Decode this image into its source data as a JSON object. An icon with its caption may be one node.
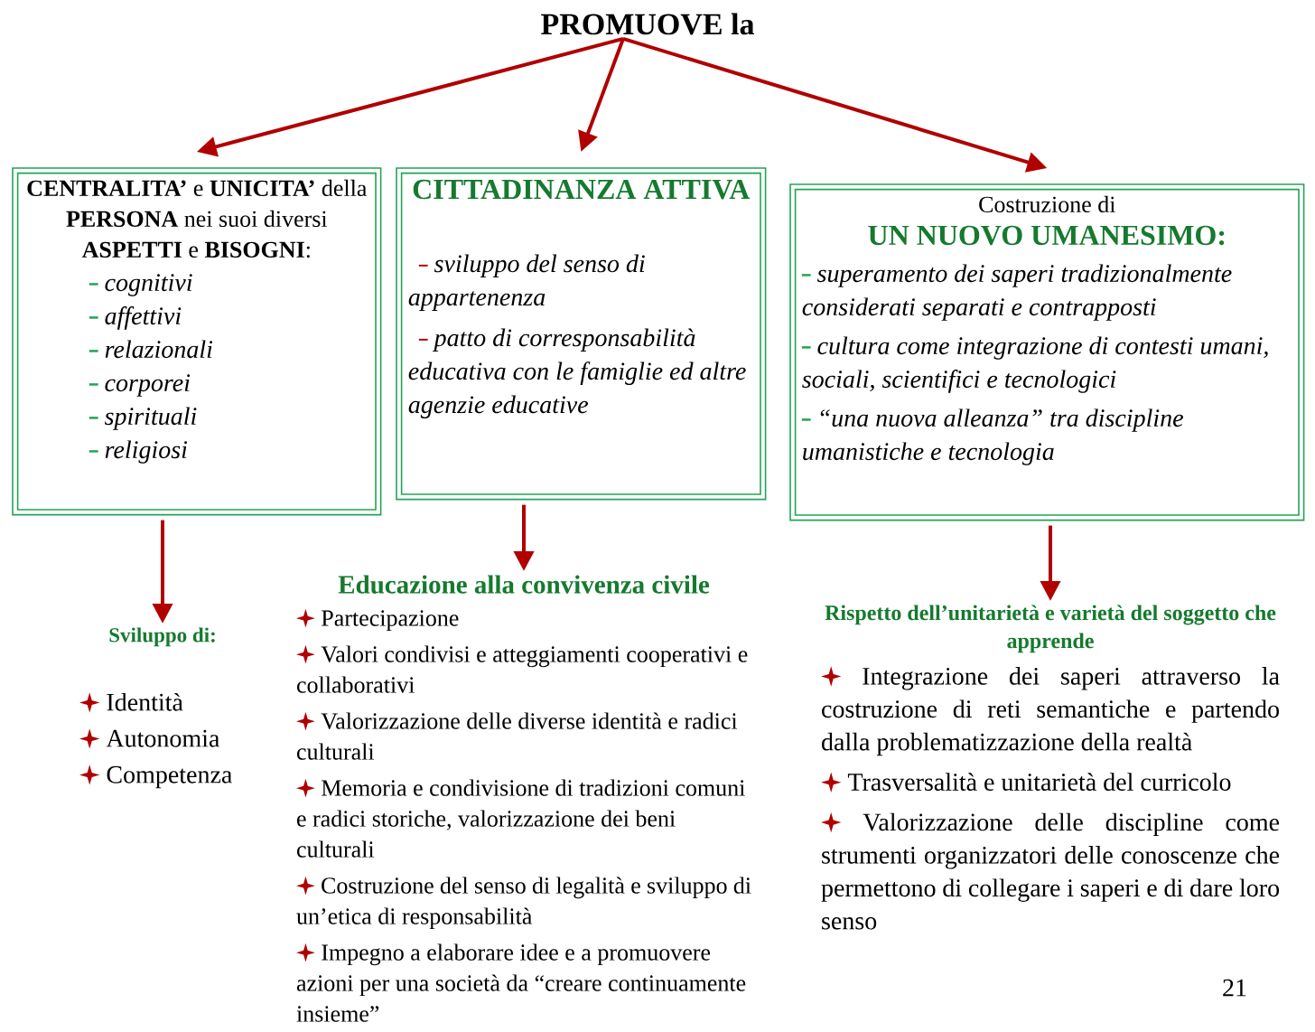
{
  "diagram": {
    "nodes": [
      {
        "text": [
          "PROMUOVE la"
        ]
      },
      {
        "text": [
          "**CENTRALITA’** e **UNICITA’** della **PERSONA** nei suoi diversi **ASPETTI** e **BISOGNI**:",
          "cognitivi",
          "affettivi",
          "relazionali",
          "corporei",
          "spirituali",
          "religiosi"
        ]
      },
      {
        "text": [
          "CITTADINANZA ATTIVA",
          "sviluppo del senso di appartenenza",
          "patto di corresponsabilità educativa con le famiglie ed altre agenzie educative"
        ]
      },
      {
        "text": [
          "Costruzione di",
          "UN NUOVO UMANESIMO:",
          "superamento dei saperi tradizionalmente considerati separati e contrapposti",
          "cultura come integrazione di contesti umani, sociali, scientifici e tecnologici",
          "“una nuova alleanza” tra discipline umanistiche e tecnologia"
        ]
      },
      {
        "text": [
          "Sviluppo di:",
          "Identità",
          "Autonomia",
          "Competenza"
        ]
      },
      {
        "text": [
          "Educazione alla convivenza civile",
          "Partecipazione",
          "Valori condivisi e atteggiamenti cooperativi e collaborativi",
          "Valorizzazione delle diverse identità e radici culturali",
          "Memoria e condivisione di tradizioni comuni e radici storiche, valorizzazione dei beni culturali",
          "Costruzione del senso di legalità e sviluppo di un’etica di responsabilità",
          "Impegno a elaborare idee e a promuovere azioni per una società da “creare continuamente insieme”"
        ]
      },
      {
        "text": [
          "Rispetto dell’unitarietà e varietà del soggetto che apprende",
          "Integrazione dei saperi attraverso la costruzione di reti semantiche e partendo dalla problematizzazione della realtà",
          "Trasversalità e unitarietà del curricolo",
          "Valorizzazione delle discipline come strumenti organizzatori delle conoscenze che permettono di collegare i saperi e di dare loro senso"
        ]
      }
    ],
    "edges": [
      {
        "from": 0,
        "to": 1,
        "arrow": "to"
      },
      {
        "from": 0,
        "to": 2,
        "arrow": "to"
      },
      {
        "from": 0,
        "to": 3,
        "arrow": "to"
      },
      {
        "from": 1,
        "to": 4,
        "arrow": "to"
      },
      {
        "from": 2,
        "to": 5,
        "arrow": "to"
      },
      {
        "from": 3,
        "to": 6,
        "arrow": "to"
      }
    ],
    "labels": [
      "21"
    ]
  }
}
